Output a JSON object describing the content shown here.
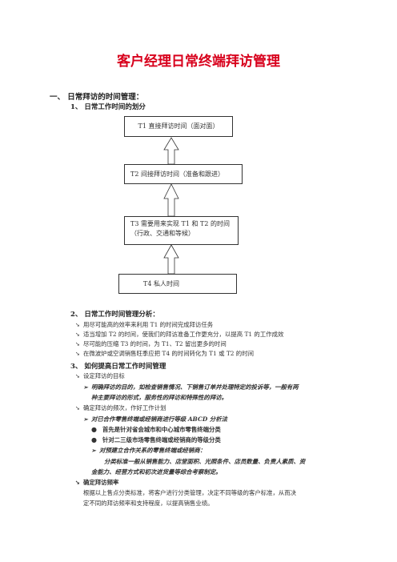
{
  "title": "客户经理日常终端拜访管理",
  "section1": "一、 日常拜访的时间管理：",
  "sub1": "1、 日常工作时间的划分",
  "boxes": {
    "t1": "T1 直接拜访时间（面对面）",
    "t2": "T2 间接拜访时间（准备和跟进）",
    "t3_line1": "T3 需要用来实现 T1 和 T2 的时间",
    "t3_line2": "（行政、交通和等候）",
    "t4": "T4 私人时间"
  },
  "sub2": "2、 日常工作时间管理分析：",
  "analysis": [
    "用尽可能高的效率来利用 T1 的时间完成拜访任务",
    "适当增加 T2 的时间，使我们的拜访准备工作更充分，以提高 T1 的工作成效",
    "尽可能的压缩 T3 的时间，为 T1、T2 留出更多的时间",
    "在微波炉或空调销售旺季应把 T4 的时间转化为 T1 或 T2 的时间"
  ],
  "sub3": "3、 如何提高日常工作时间管理",
  "goal_label": "设定拜访的目标",
  "goal_text_1": "明确拜访的目的，如检查销售情况、下销售订单并处理特定的投诉等，一般有两",
  "goal_text_2": "种主要拜访的形式，服务性的拜访和特殊性的拜访。",
  "freq_label": "确定拜访的频次，作好工作计划",
  "abcd": "对已合作零售终端或经销商进行等级 ABCD 分析法",
  "bullet1": "首先是针对省会城市和中心城市零售终端分类",
  "bullet2": "针对二三级市场零售终端或经销商的等级分类",
  "prospect": "对预建立合作关系的零售终端或经销商：",
  "classify_1": "分类标准一般从销售能力、店堂面积、光照条件、店员数量、负责人素质、资",
  "classify_2": "金能力、经营方式和初次进货量等综合考察制定。",
  "freq_std": "确定拜访频率",
  "final_1": "根据以上售点分类标准，将客户进行分类管理，决定不同等级的客户标准，从而决",
  "final_2": "定不同的拜访频率和支持程度，以提高销售业绩。",
  "icons": {
    "check": "check-arrow-icon",
    "arrow": "triangle-arrow-icon",
    "dot": "bullet-dot-icon"
  },
  "colors": {
    "title": "#d8001c"
  }
}
